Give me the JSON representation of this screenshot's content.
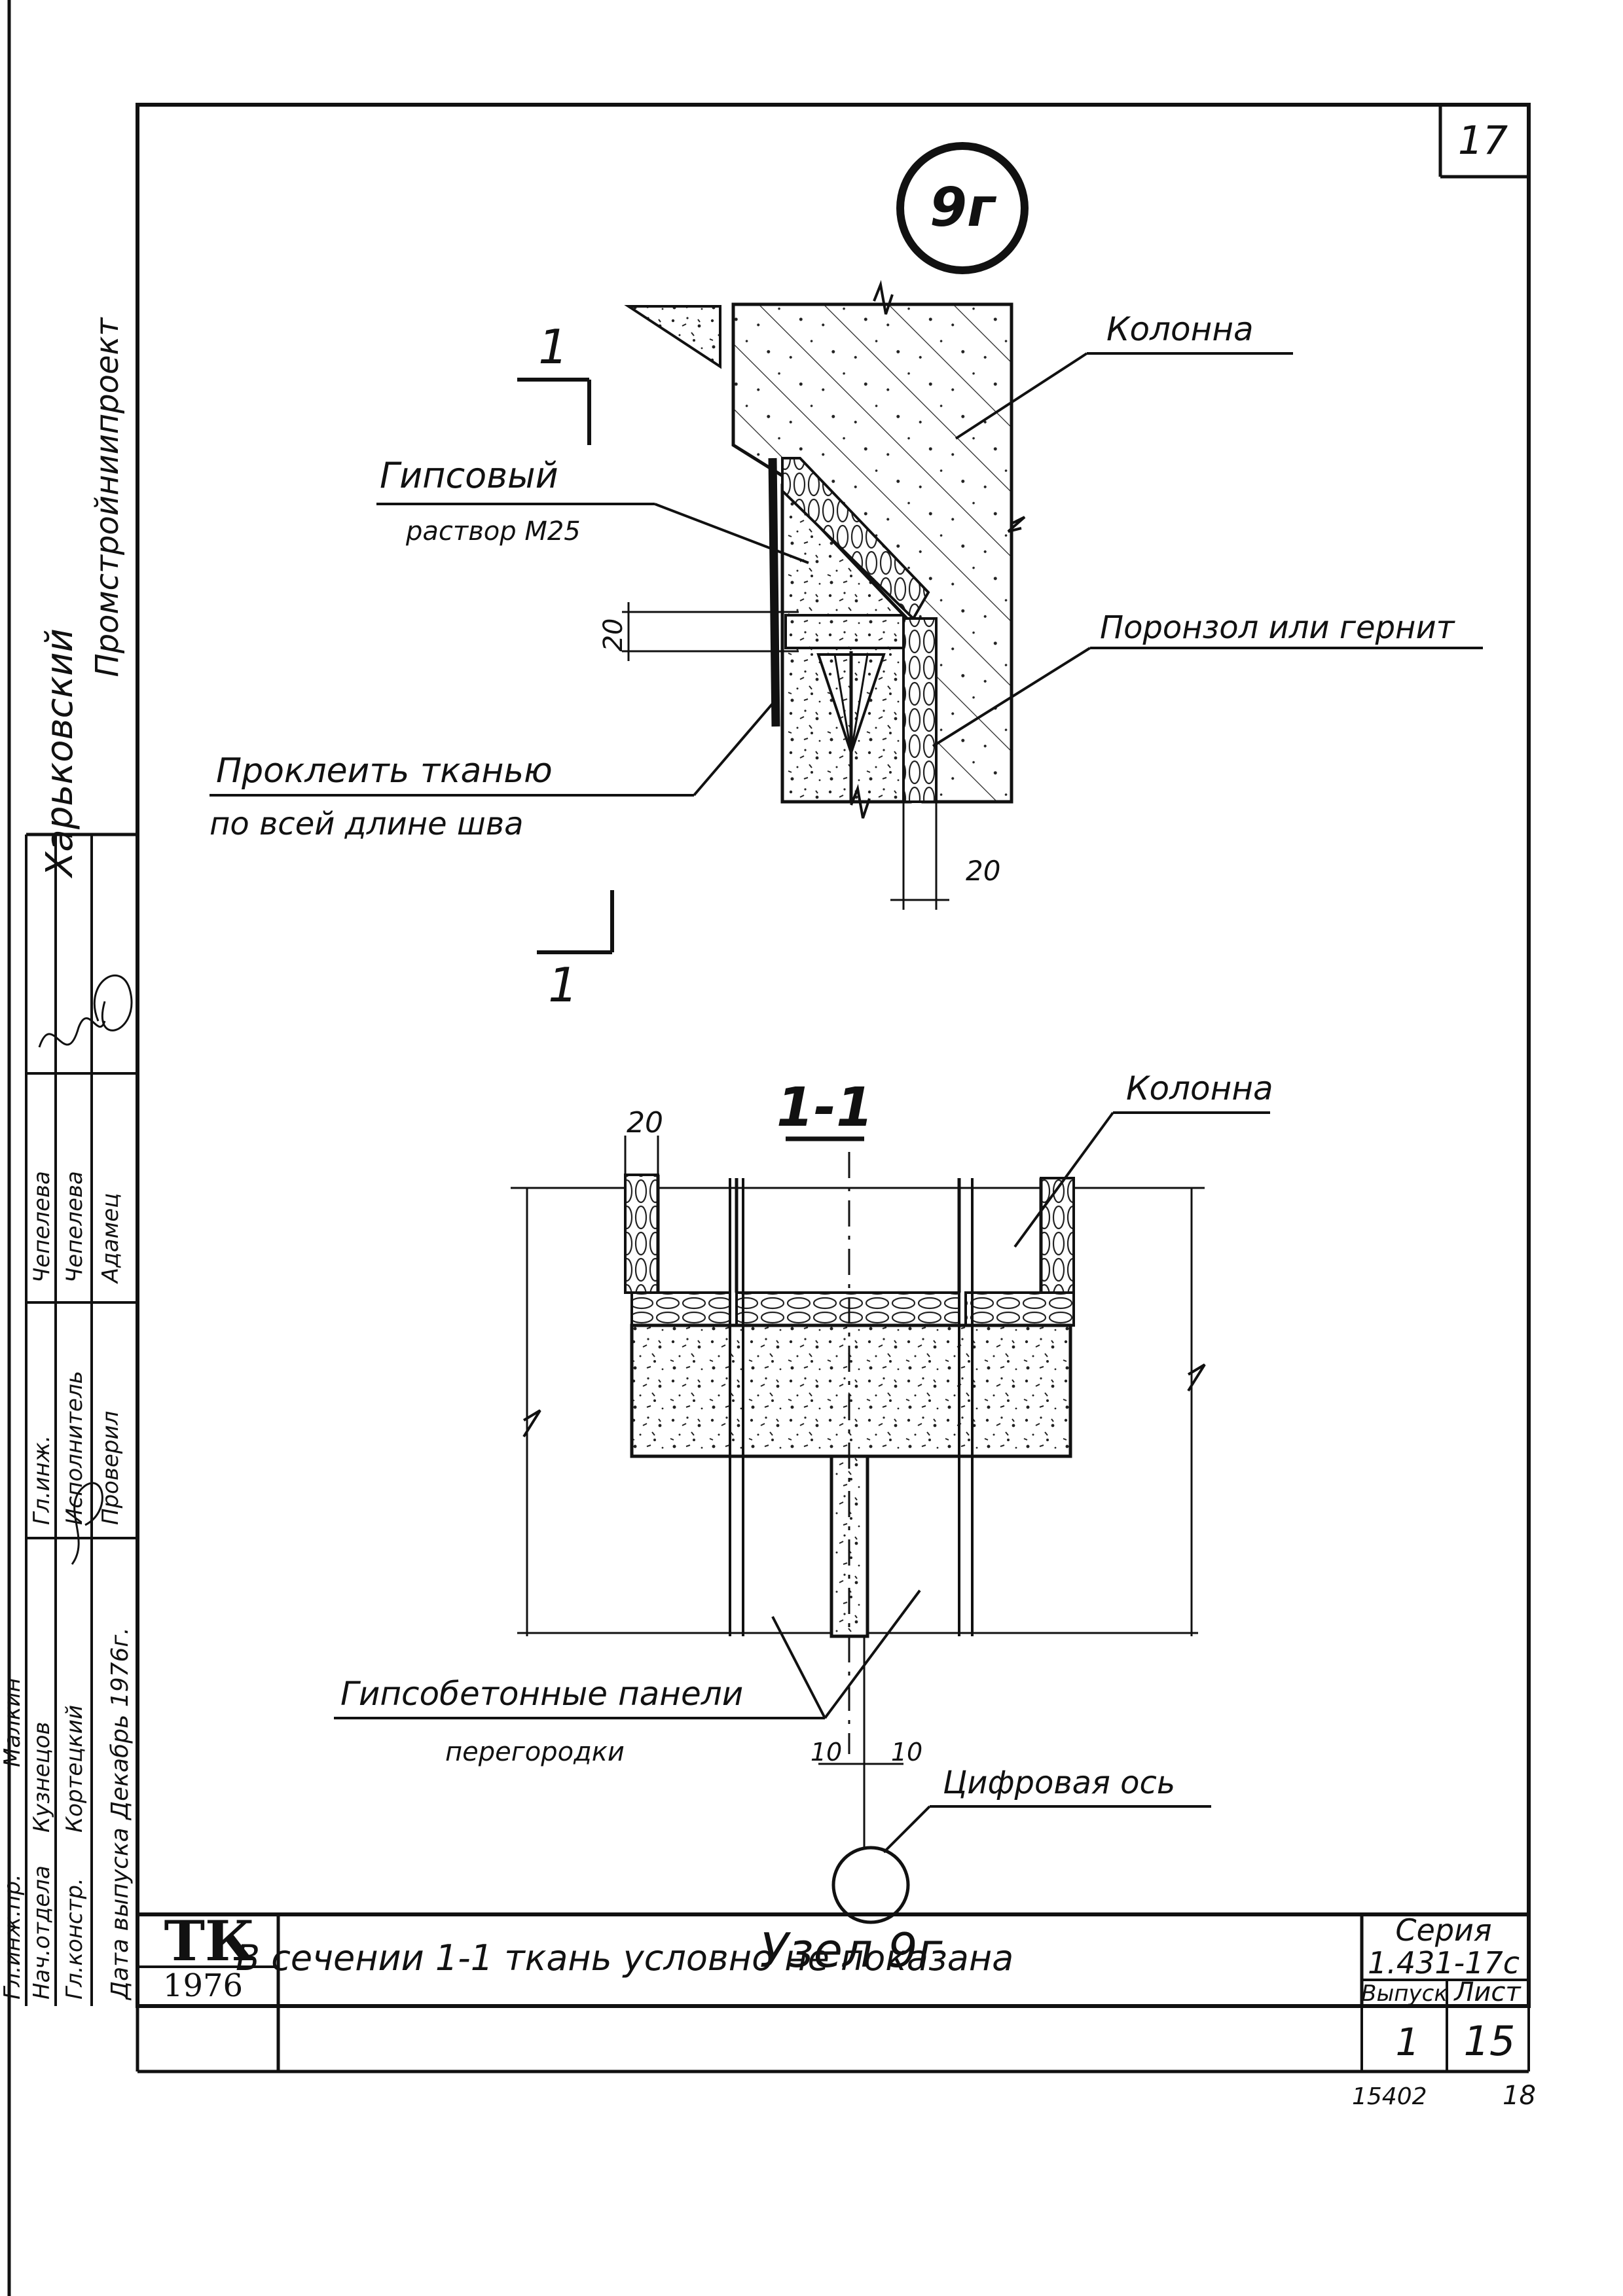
{
  "sheet_number": "17",
  "node_mark": "9г",
  "top_detail": {
    "section_mark": "1",
    "labels": {
      "column": "Колонна",
      "gypsum_line1": "Гипсовый",
      "gypsum_line2": "раствор М25",
      "poronzol": "Поронзол или гернит",
      "glue_line1": "Проклеить тканью",
      "glue_line2": "по всей длине шва"
    },
    "dim_left": "20",
    "dim_bottom": "20"
  },
  "section_detail": {
    "title": "1-1",
    "labels": {
      "column": "Колонна",
      "panels_line1": "Гипсобетонные панели",
      "panels_line2": "перегородки",
      "axis": "Цифровая ось"
    },
    "dim_top": "20",
    "dim_left": "10",
    "dim_right": "10"
  },
  "note": "В сечении 1-1 ткань условно не показана",
  "side_stamp": {
    "org_line1": "Харьковский",
    "org_line2": "Промстройниипроект",
    "rows": [
      {
        "role": "Гл.инж.пр.",
        "name": "Малкин"
      },
      {
        "role": "Нач.отдела",
        "name": "Кузнецов"
      },
      {
        "role": "Гл.констр.",
        "name": "Кортецкий"
      },
      {
        "role": "Гл.инж.",
        "name": "Чепелева"
      },
      {
        "role": "Исполнитель",
        "name": "Чепелева"
      },
      {
        "role": "Проверил",
        "name": "Адамец"
      },
      {
        "role": "Дата выпуска",
        "name": "Декабрь 1976г."
      }
    ]
  },
  "title_block": {
    "logo": "ТК",
    "year": "1976",
    "title": "Узел 9г",
    "series_label": "Серия",
    "series_value": "1.431-17с",
    "issue_label": "Выпуск",
    "sheet_label": "Лист",
    "issue_value": "1",
    "sheet_value": "15"
  },
  "footer": {
    "inventory": "15402",
    "page": "18"
  }
}
